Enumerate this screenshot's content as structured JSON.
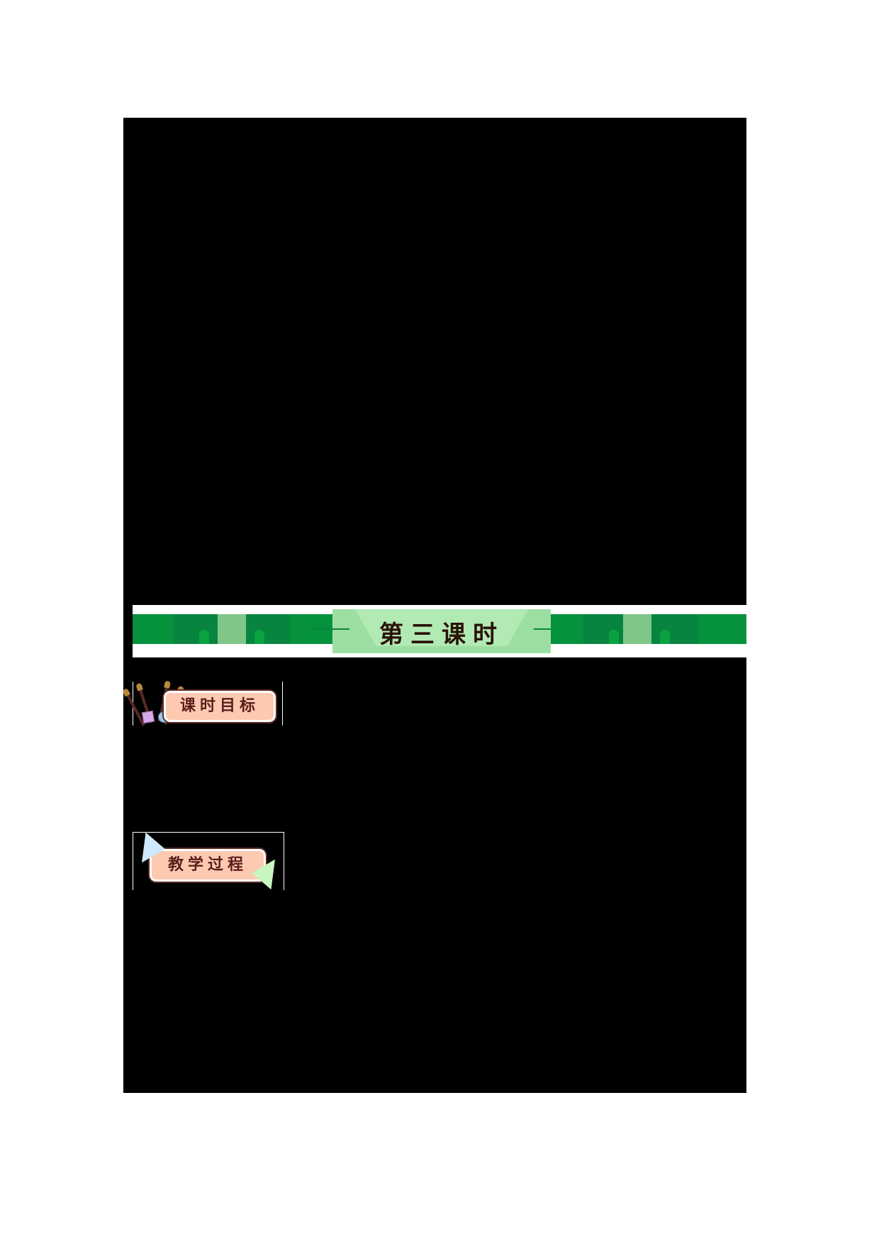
{
  "document": {
    "type": "lesson-plan",
    "redacted_regions": [
      {
        "name": "main-content-block",
        "note": "content obscured by black redaction"
      }
    ]
  },
  "banner": {
    "title": "第三课时",
    "colors": {
      "dark_green": "#078440",
      "green": "#06913c",
      "light_green": "#80c787",
      "panel": "#9ddfa2",
      "panel_inner": "#b2eab4",
      "title_text": "#2a1208"
    }
  },
  "sections": {
    "goals": {
      "label": "课时目标",
      "icon": "paintbrush-icon",
      "pill_color": "#fdc9b1"
    },
    "process": {
      "label": "教学过程",
      "icon": "paper-plane-icon",
      "pill_color": "#fdc9b1"
    }
  }
}
